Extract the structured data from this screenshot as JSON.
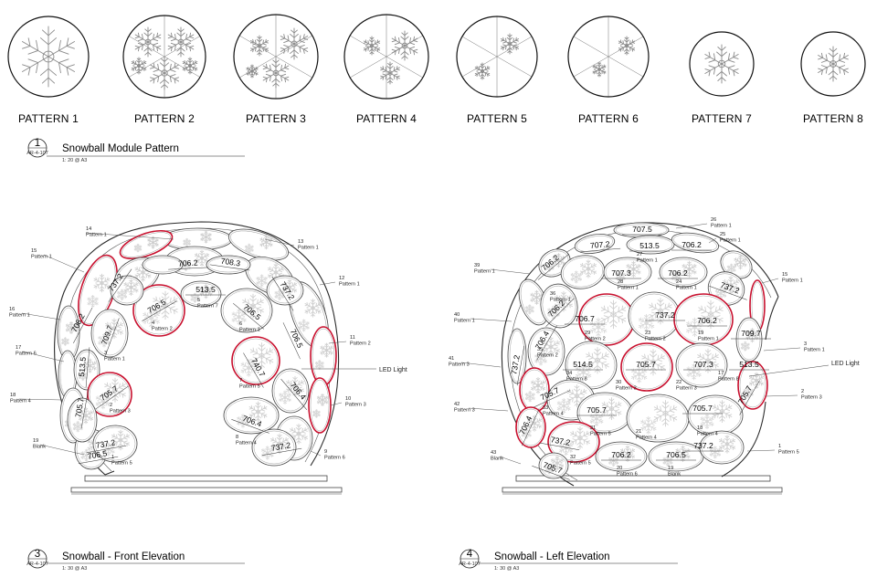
{
  "patterns": {
    "labels": [
      "PATTERN 1",
      "PATTERN 2",
      "PATTERN 3",
      "PATTERN 4",
      "PATTERN 5",
      "PATTERN 6",
      "PATTERN 7",
      "PATTERN 8"
    ]
  },
  "title_blocks": [
    {
      "number": "1",
      "sheet": "AR-4-107",
      "title": "Snowball Module Pattern",
      "scale": "1: 20 @ A3"
    },
    {
      "number": "3",
      "sheet": "AR-4-107",
      "title": "Snowball - Front Elevation",
      "scale": "1: 30 @ A3"
    },
    {
      "number": "4",
      "sheet": "AR-4-107",
      "title": "Snowball - Left Elevation",
      "scale": "1: 30 @ A3"
    }
  ],
  "front": {
    "led_label": "LED Light",
    "dimensions": [
      "706.2",
      "708.3",
      "737.2",
      "737.2",
      "706.2",
      "706.5",
      "513.5",
      "706.5",
      "709.7",
      "706.5",
      "513.5",
      "705.7",
      "740.7",
      "705.7",
      "706.4",
      "737.2",
      "706.4",
      "737.2",
      "706.5"
    ],
    "annotations": [
      [
        "14",
        "Pattern 1"
      ],
      [
        "13",
        "Pattern 1"
      ],
      [
        "15",
        "Pattern 1"
      ],
      [
        "12",
        "Pattern 1"
      ],
      [
        "16",
        "Pattern 1"
      ],
      [
        "11",
        "Pattern 2"
      ],
      [
        "17",
        "Pattern 6"
      ],
      [
        "18",
        "Pattern 4"
      ],
      [
        "10",
        "Pattern 3"
      ],
      [
        "19",
        "Blank"
      ],
      [
        "9",
        "Pattern 6"
      ],
      [
        "4",
        "Pattern 2"
      ],
      [
        "5",
        "Pattern 7"
      ],
      [
        "6",
        "Pattern 1"
      ],
      [
        "3",
        "Pattern 1"
      ],
      [
        "2",
        "Pattern 3"
      ],
      [
        "7",
        "Pattern 5"
      ],
      [
        "8",
        "Pattern 4"
      ],
      [
        "1",
        "Pattern 5"
      ]
    ]
  },
  "left": {
    "led_label": "LED Light",
    "dimensions": [
      "707.5",
      "707.2",
      "513.5",
      "706.2",
      "706.2",
      "707.3",
      "706.2",
      "737.2",
      "706.2",
      "706.7",
      "737.2",
      "706.2",
      "706.4",
      "709.7",
      "737.2",
      "514.5",
      "705.7",
      "707.3",
      "513.5",
      "705.7",
      "705.7",
      "705.7",
      "705.7",
      "706.4",
      "737.2",
      "706.2",
      "706.5",
      "737.2",
      "705.7"
    ],
    "annotations": [
      [
        "26",
        "Pattern 1"
      ],
      [
        "25",
        "Pattern 1"
      ],
      [
        "27",
        "Pattern 1"
      ],
      [
        "39",
        "Pattern 1"
      ],
      [
        "15",
        "Pattern 1"
      ],
      [
        "28",
        "Pattern 1"
      ],
      [
        "24",
        "Pattern 1"
      ],
      [
        "36",
        "Pattern 1"
      ],
      [
        "40",
        "Pattern 1"
      ],
      [
        "29",
        "Pattern 2"
      ],
      [
        "23",
        "Pattern 2"
      ],
      [
        "19",
        "Pattern 1"
      ],
      [
        "35",
        "Pattern 2"
      ],
      [
        "3",
        "Pattern 1"
      ],
      [
        "41",
        "Pattern 3"
      ],
      [
        "34",
        "Pattern 8"
      ],
      [
        "17",
        "Pattern 8"
      ],
      [
        "2",
        "Pattern 3"
      ],
      [
        "30",
        "Pattern 3"
      ],
      [
        "22",
        "Pattern 3"
      ],
      [
        "42",
        "Pattern 3"
      ],
      [
        "33",
        "Pattern 4"
      ],
      [
        "31",
        "Pattern 5"
      ],
      [
        "21",
        "Pattern 4"
      ],
      [
        "18",
        "Pattern 4"
      ],
      [
        "1",
        "Pattern 5"
      ],
      [
        "32",
        "Pattern 5"
      ],
      [
        "43",
        "Blank"
      ],
      [
        "20",
        "Pattern 6"
      ],
      [
        "19",
        "Blank"
      ]
    ]
  },
  "colors": {
    "line": "#2a2a2a",
    "highlight": "#c8102e",
    "snow": "#b5b5b5"
  }
}
